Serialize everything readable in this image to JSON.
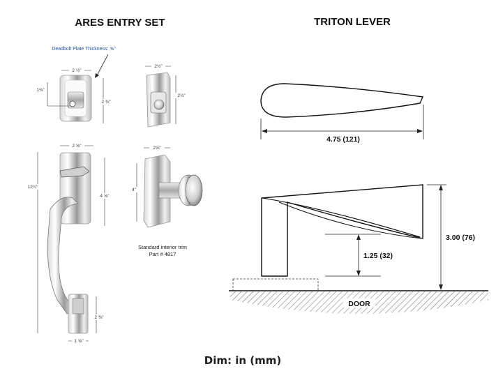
{
  "left": {
    "title": "ARES ENTRY SET",
    "deadbolt_note": "Deadbolt Plate Thickness: ⅝\"",
    "dims": {
      "deadbolt_width": "2 ½\"",
      "deadbolt_height": "2 ⅜\"",
      "deadbolt_cyl": "1⅜\"",
      "plate_width": "2½\"",
      "plate_height": "2¾\"",
      "handle_plate_width": "2 ⅝\"",
      "handle_plate_height": "4 ⅝\"",
      "overall_height": "12¼\"",
      "bottom_plate_height": "2 ⅜\"",
      "bottom_plate_width": "1 ⅝\"",
      "trim_width": "2⅝\"",
      "trim_height": "4\""
    },
    "caption_line1": "Standard interior trim",
    "caption_line2": "Part # 4817"
  },
  "right": {
    "title": "TRITON LEVER",
    "length_dim": "4.75 (121)",
    "height_dim": "3.00 (76)",
    "rose_dim": "1.25 (32)",
    "door_label": "DOOR"
  },
  "footer": "Dim: in (mm)",
  "colors": {
    "ink": "#111111",
    "chrome_dark": "#555555",
    "chrome_light": "#f2f2f2"
  }
}
